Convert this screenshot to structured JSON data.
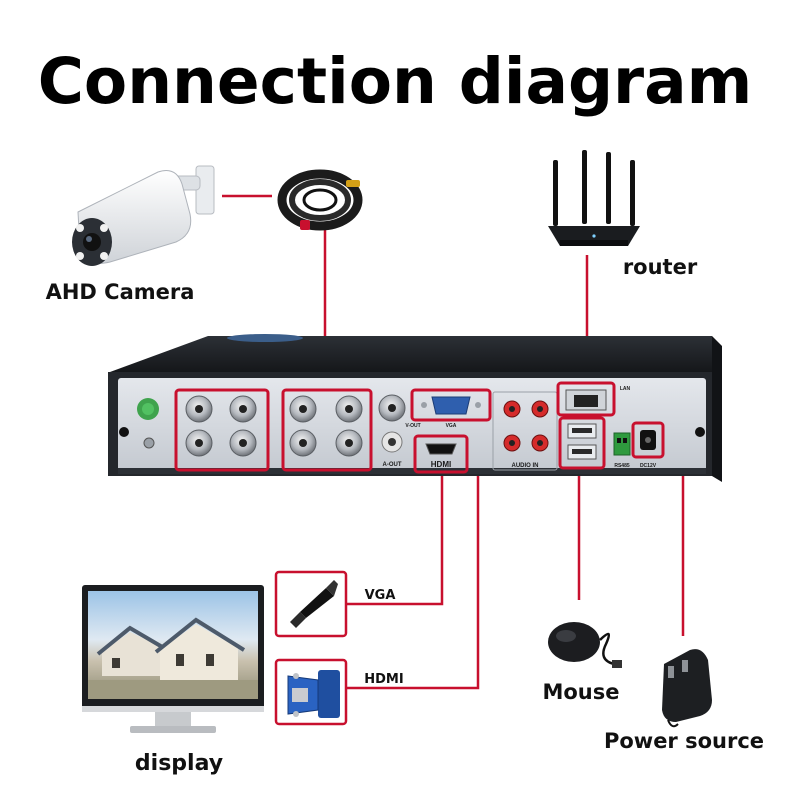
{
  "title": "Connection diagram",
  "labels": {
    "camera": "AHD Camera",
    "router": "router",
    "display": "display",
    "vga": "VGA",
    "hdmi": "HDMI",
    "mouse": "Mouse",
    "power": "Power source"
  },
  "panel": {
    "hdmi_port": "HDMI",
    "vga_port": "VGA",
    "v_out": "V-OUT",
    "a_out": "A-OUT",
    "audio_in": "AUDIO IN",
    "lan": "LAN",
    "rs485": "RS485",
    "dc12v": "DC12V"
  },
  "colors": {
    "connector": "#c8102e",
    "dvr_body": "#1f2226",
    "panel": "#d9dde3",
    "title": "#000000"
  },
  "icons": [
    "camera-icon",
    "cable-coil-icon",
    "router-icon",
    "monitor-icon",
    "hdmi-plug-icon",
    "vga-plug-icon",
    "mouse-icon",
    "power-adapter-icon"
  ]
}
